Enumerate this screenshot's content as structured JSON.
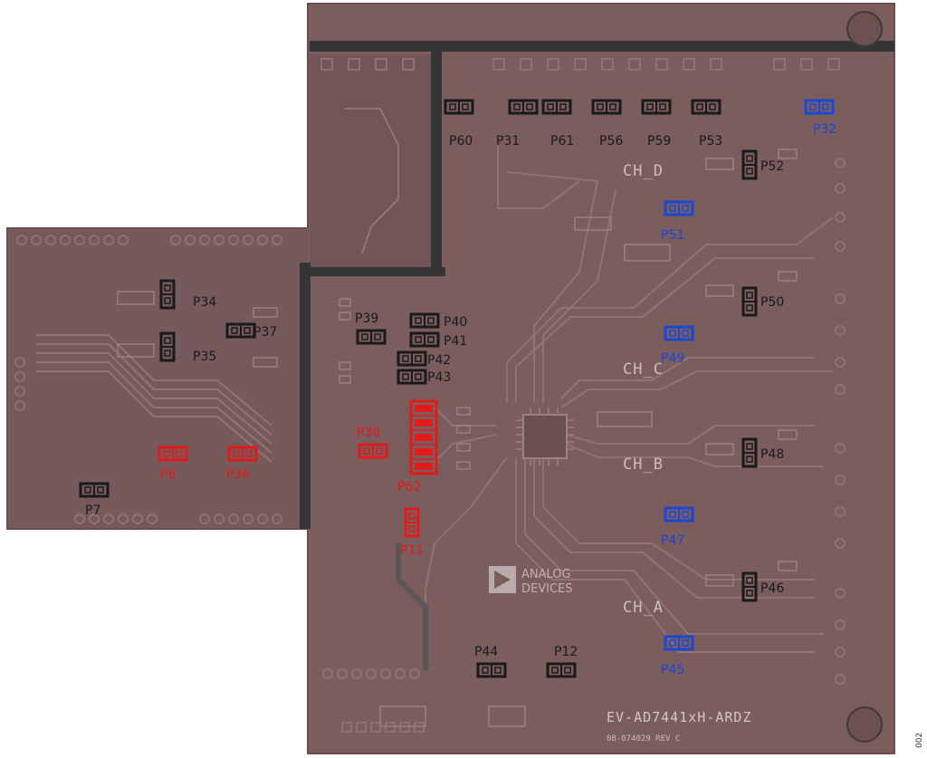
{
  "board": {
    "name": "EV-AD7441xH-ARDZ",
    "revision": "08-074029 REV C",
    "manufacturer_line1": "ANALOG",
    "manufacturer_line2": "DEVICES",
    "figure_number": "002"
  },
  "channels": [
    "CH_D",
    "CH_C",
    "CH_B",
    "CH_A"
  ],
  "colors": {
    "board": "#7b5d5e",
    "board_dark": "#6c4f51",
    "trace": "#8f7373",
    "thick_trace": "#353536",
    "black_label": "#1a1a1a",
    "red_label": "#e11a1a",
    "blue_label": "#1a47d6"
  },
  "jumpers": [
    {
      "label": "P60",
      "color": "black"
    },
    {
      "label": "P31",
      "color": "black"
    },
    {
      "label": "P61",
      "color": "black"
    },
    {
      "label": "P56",
      "color": "black"
    },
    {
      "label": "P59",
      "color": "black"
    },
    {
      "label": "P53",
      "color": "black"
    },
    {
      "label": "P32",
      "color": "blue"
    },
    {
      "label": "P52",
      "color": "black"
    },
    {
      "label": "P51",
      "color": "blue"
    },
    {
      "label": "P50",
      "color": "black"
    },
    {
      "label": "P49",
      "color": "blue"
    },
    {
      "label": "P48",
      "color": "black"
    },
    {
      "label": "P47",
      "color": "blue"
    },
    {
      "label": "P46",
      "color": "black"
    },
    {
      "label": "P45",
      "color": "blue"
    },
    {
      "label": "P34",
      "color": "black"
    },
    {
      "label": "P37",
      "color": "black"
    },
    {
      "label": "P35",
      "color": "black"
    },
    {
      "label": "P39",
      "color": "black"
    },
    {
      "label": "P40",
      "color": "black"
    },
    {
      "label": "P41",
      "color": "black"
    },
    {
      "label": "P42",
      "color": "black"
    },
    {
      "label": "P43",
      "color": "black"
    },
    {
      "label": "P8",
      "color": "red"
    },
    {
      "label": "P36",
      "color": "red"
    },
    {
      "label": "P38",
      "color": "red"
    },
    {
      "label": "P62",
      "color": "red"
    },
    {
      "label": "P11",
      "color": "red"
    },
    {
      "label": "P7",
      "color": "black"
    },
    {
      "label": "P44",
      "color": "black"
    },
    {
      "label": "P12",
      "color": "black"
    }
  ]
}
